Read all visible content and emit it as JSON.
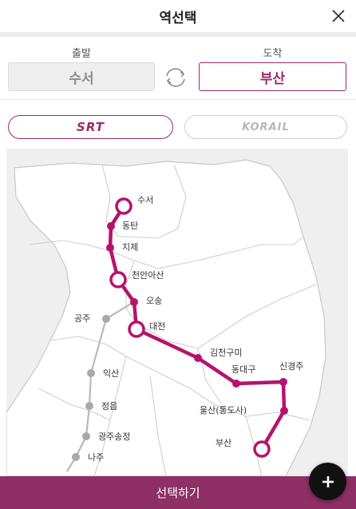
{
  "header": {
    "title": "역선택"
  },
  "stations": {
    "departure_label": "출발",
    "departure_value": "수서",
    "arrival_label": "도착",
    "arrival_value": "부산"
  },
  "operators": {
    "srt_label": "SRT",
    "korail_label": "KORAIL"
  },
  "map": {
    "srt_stations": [
      "수서",
      "동탄",
      "지제",
      "천안아산",
      "오송",
      "대전",
      "김천구미",
      "동대구",
      "신경주",
      "울산(통도사)",
      "부산"
    ],
    "other_stations": [
      "공주",
      "익산",
      "정읍",
      "광주송정",
      "나주"
    ]
  },
  "footer": {
    "select_label": "선택하기"
  },
  "colors": {
    "accent": "#9b2b6b",
    "footer": "#8e2f66",
    "inactive_station": "#a9a9a9"
  },
  "icons": {
    "close": "close-icon",
    "swap": "swap-icon",
    "add": "plus-icon"
  }
}
